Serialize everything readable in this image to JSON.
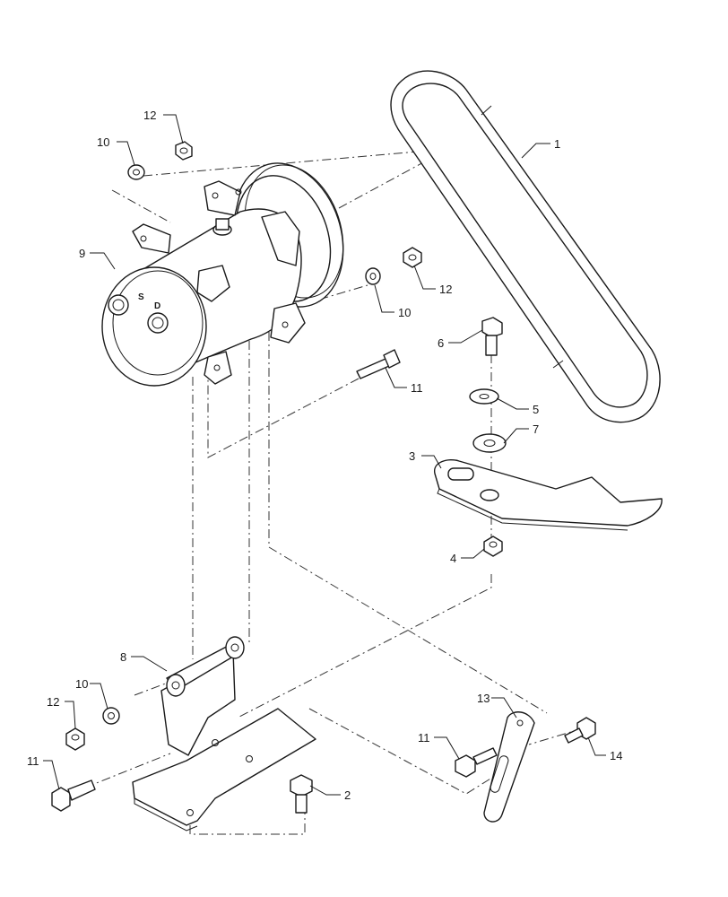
{
  "callouts": {
    "c1": "1",
    "c2": "2",
    "c3": "3",
    "c4": "4",
    "c5": "5",
    "c6": "6",
    "c7": "7",
    "c8": "8",
    "c9": "9",
    "c10a": "10",
    "c10b": "10",
    "c10c": "10",
    "c11a": "11",
    "c11b": "11",
    "c11c": "11",
    "c12a": "12",
    "c12b": "12",
    "c12c": "12",
    "c13": "13",
    "c14": "14"
  },
  "compressor_markings": {
    "suction": "S",
    "discharge": "D"
  }
}
